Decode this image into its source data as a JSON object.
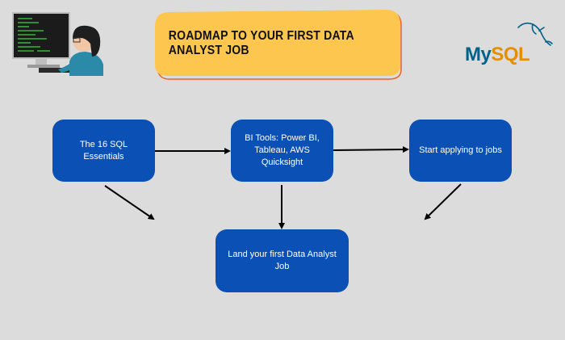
{
  "title": "ROADMAP TO YOUR FIRST DATA ANALYST JOB",
  "logo": {
    "part1": "My",
    "part2": "SQL"
  },
  "nodes": {
    "sql_essentials": "The 16 SQL Essentials",
    "bi_tools": "BI Tools: Power BI, Tableau, AWS Quicksight",
    "start_applying": "Start applying to jobs",
    "land_job": "Land your first Data Analyst Job"
  },
  "colors": {
    "background": "#dcdcdc",
    "banner_fill": "#fdc74f",
    "banner_outline": "#e8622a",
    "node_fill": "#0a50b5",
    "node_text": "#ffffff",
    "mysql_blue": "#00618a",
    "mysql_orange": "#e48e00"
  },
  "icons": [
    "person-at-computer-illustration",
    "mysql-dolphin-icon"
  ]
}
